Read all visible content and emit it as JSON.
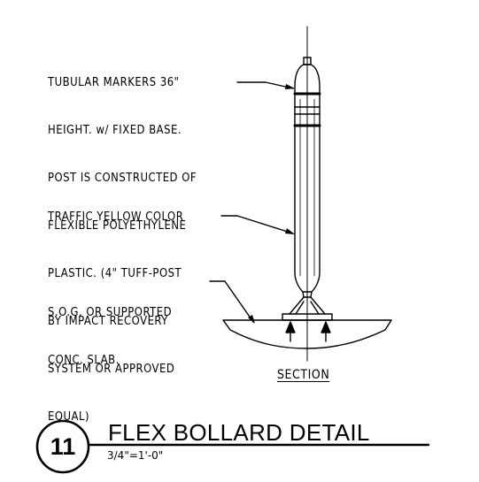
{
  "callouts": {
    "marker_lines": [
      "TUBULAR MARKERS 36\"",
      "HEIGHT. w/ FIXED BASE.",
      "POST IS CONSTRUCTED OF",
      "FLEXIBLE POLYETHYLENE",
      "PLASTIC. (4\" TUFF-POST",
      "BY IMPACT RECOVERY",
      "SYSTEM OR APPROVED",
      "EQUAL)"
    ],
    "color_note": "TRAFFIC YELLOW COLOR",
    "slab_lines": [
      "S.O.G. OR SUPPORTED",
      "CONC. SLAB."
    ]
  },
  "section_label": "SECTION",
  "detail": {
    "number": "11",
    "title": "FLEX BOLLARD DETAIL",
    "scale": "3/4\"=1'-0\""
  }
}
